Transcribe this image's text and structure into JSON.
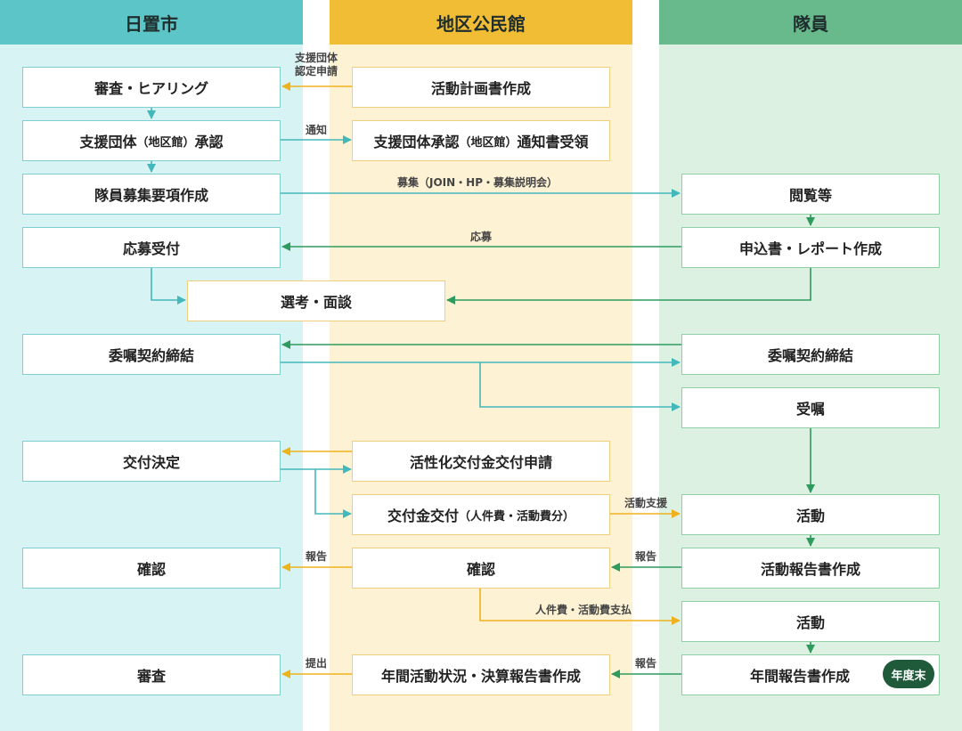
{
  "columns": {
    "city": "日置市",
    "hall": "地区公民館",
    "member": "隊員"
  },
  "boxes": {
    "city_review_hearing": "審査・ヒアリング",
    "city_approval_pre": "支援団体",
    "city_approval_mid": "（地区館）",
    "city_approval_post": "承認",
    "city_recruit_doc": "隊員募集要項作成",
    "city_application_receipt": "応募受付",
    "selection_interview": "選考・面談",
    "city_contract": "委嘱契約締結",
    "city_grant_decision": "交付決定",
    "city_confirm": "確認",
    "city_review": "審査",
    "hall_plan": "活動計画書作成",
    "hall_notice_pre": "支援団体承認",
    "hall_notice_mid": "（地区館）",
    "hall_notice_post": "通知書受領",
    "hall_grant_apply": "活性化交付金交付申請",
    "hall_grant_pay_pre": "交付金交付",
    "hall_grant_pay_mid": "（人件費・活動費分）",
    "hall_confirm": "確認",
    "hall_annual_report": "年間活動状況・決算報告書作成",
    "member_browse": "閲覧等",
    "member_application": "申込書・レポート作成",
    "member_contract": "委嘱契約締結",
    "member_commission": "受嘱",
    "member_activity1": "活動",
    "member_activity_report": "活動報告書作成",
    "member_activity2": "活動",
    "member_annual_report": "年間報告書作成",
    "year_end_badge": "年度末"
  },
  "labels": {
    "apply_support_l1": "支援団体",
    "apply_support_l2": "認定申請",
    "notify": "通知",
    "recruit": "募集（JOIN・HP・募集説明会）",
    "apply": "応募",
    "activity_support": "活動支援",
    "report_city": "報告",
    "report_hall": "報告",
    "expense_payment": "人件費・活動費支払",
    "submit": "提出",
    "report_annual": "報告"
  },
  "colors": {
    "city_header": "#5cc5c7",
    "city_bg": "#d8f3f3",
    "hall_header": "#f1bd34",
    "hall_bg": "#fdf3d4",
    "member_header": "#68b98c",
    "member_bg": "#dcf1e2",
    "arrow_teal": "#43b8bb",
    "arrow_yellow": "#efb21f",
    "arrow_green": "#2e9a5e",
    "badge": "#1f5b3a"
  }
}
